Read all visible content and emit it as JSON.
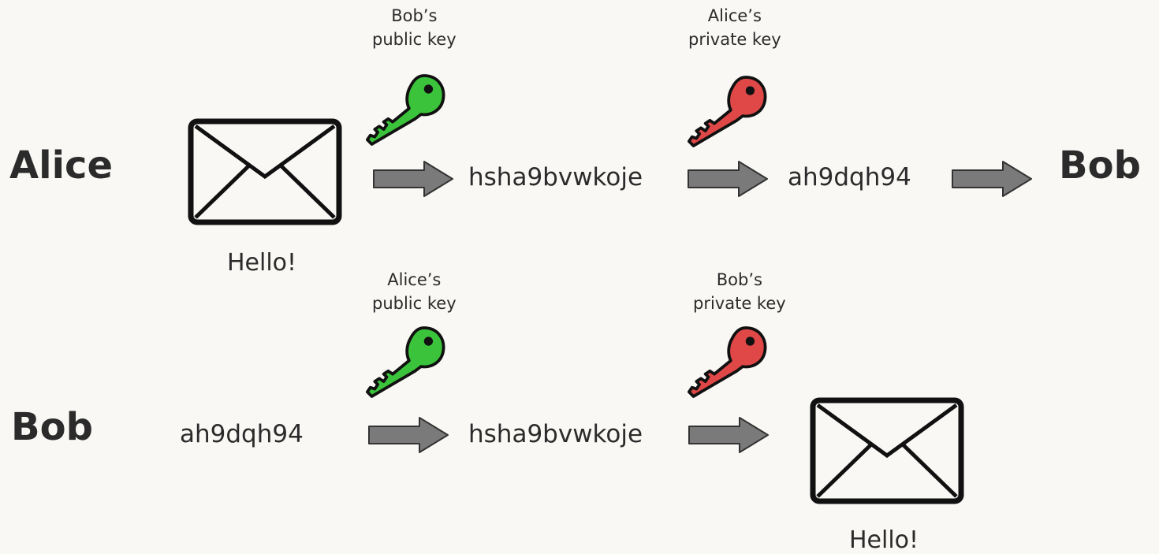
{
  "colors": {
    "background": "#f9f8f5",
    "public_key": "#3bc43b",
    "private_key": "#e04848",
    "arrow": "#7a7a7a",
    "text": "#2b2b2b"
  },
  "row1": {
    "actor_from": "Alice",
    "actor_to": "Bob",
    "message": "Hello!",
    "key1": {
      "line1": "Bob’s",
      "line2": "public key",
      "icon": "green-key-icon"
    },
    "key2": {
      "line1": "Alice’s",
      "line2": "private key",
      "icon": "red-key-icon"
    },
    "cipher1": "hsha9bvwkoje",
    "cipher2": "ah9dqh94"
  },
  "row2": {
    "actor": "Bob",
    "input": "ah9dqh94",
    "key1": {
      "line1": "Alice’s",
      "line2": "public key",
      "icon": "green-key-icon"
    },
    "key2": {
      "line1": "Bob’s",
      "line2": "private key",
      "icon": "red-key-icon"
    },
    "cipher": "hsha9bvwkoje",
    "message": "Hello!"
  }
}
